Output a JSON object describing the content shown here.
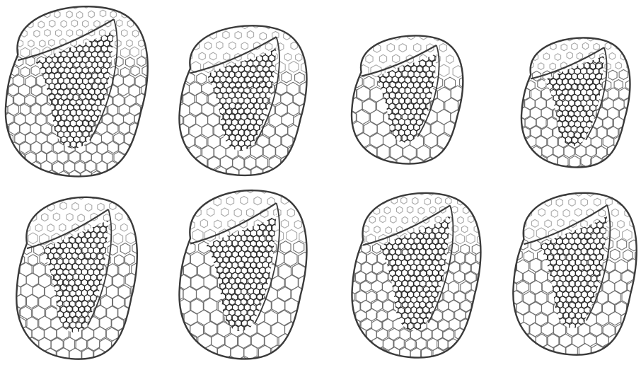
{
  "figure": {
    "grid": {
      "rows": 2,
      "columns": 4
    },
    "panels": [
      {
        "id": "r1c1",
        "row": 1,
        "col": 1
      },
      {
        "id": "r1c2",
        "row": 1,
        "col": 2
      },
      {
        "id": "r1c3",
        "row": 1,
        "col": 3
      },
      {
        "id": "r1c4",
        "row": 1,
        "col": 4
      },
      {
        "id": "r2c1",
        "row": 2,
        "col": 1
      },
      {
        "id": "r2c2",
        "row": 2,
        "col": 2
      },
      {
        "id": "r2c3",
        "row": 2,
        "col": 3
      },
      {
        "id": "r2c4",
        "row": 2,
        "col": 4
      }
    ],
    "colors": {
      "background": "#ffffff",
      "mesh_dark": "#2b2b2b",
      "mesh_mid": "#6e6e6e",
      "mesh_light": "#a8a8a8",
      "outline": "#3a3a3a"
    }
  }
}
